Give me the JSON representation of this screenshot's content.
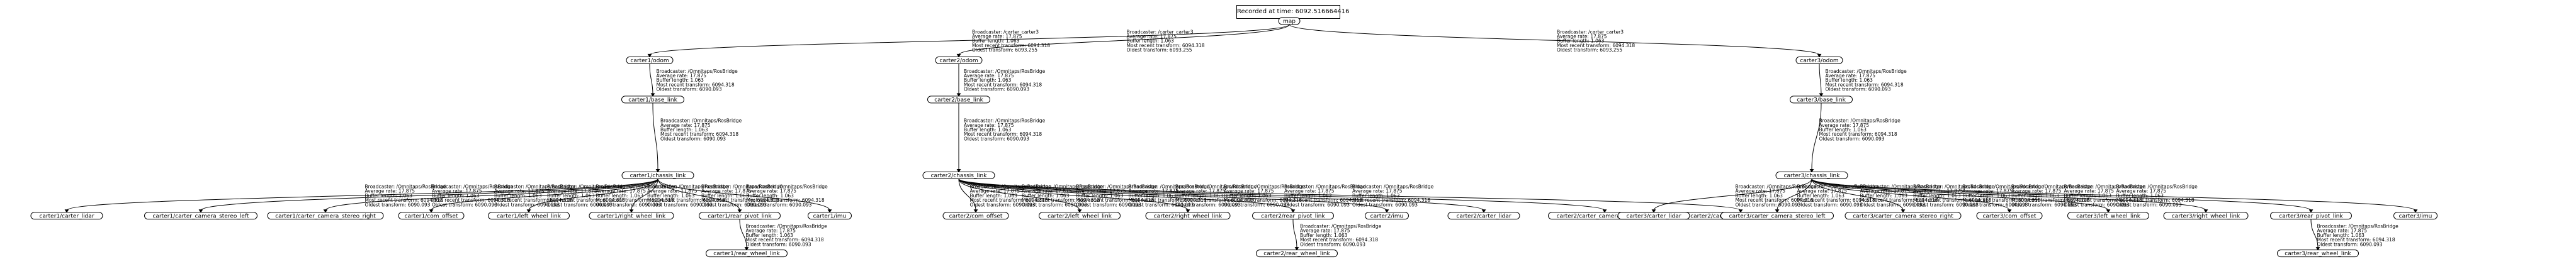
{
  "header": {
    "recorded": "Recorded at time: 6092.516664416"
  },
  "node_labels": [
    "map",
    "carter1/odom",
    "carter1/base_link",
    "carter1/chassis_link",
    "carter1/carter_lidar",
    "carter1/carter_camera_stereo_left",
    "carter1/carter_camera_stereo_right",
    "carter1/com_offset",
    "carter1/left_wheel_link",
    "carter1/right_wheel_link",
    "carter1/rear_pivot_link",
    "carter1/imu",
    "carter1/rear_wheel_link",
    "carter2/odom",
    "carter2/base_link",
    "carter2/chassis_link",
    "carter2/com_offset",
    "carter2/left_wheel_link",
    "carter2/right_wheel_link",
    "carter2/rear_pivot_link",
    "carter2/imu",
    "carter2/carter_lidar",
    "carter2/carter_camera_stereo_left",
    "carter2/carter_camera_stereo_right",
    "carter2/rear_wheel_link",
    "carter3/odom",
    "carter3/base_link",
    "carter3/chassis_link",
    "carter3/carter_lidar",
    "carter3/carter_camera_stereo_left",
    "carter3/carter_camera_stereo_right",
    "carter3/com_offset",
    "carter3/left_wheel_link",
    "carter3/right_wheel_link",
    "carter3/rear_pivot_link",
    "carter3/imu",
    "carter3/rear_wheel_link"
  ],
  "edges": [
    {
      "from": 0,
      "to": 1,
      "b": 0
    },
    {
      "from": 1,
      "to": 2,
      "b": 1
    },
    {
      "from": 2,
      "to": 3,
      "b": 1
    },
    {
      "from": 3,
      "to": 4,
      "b": 1
    },
    {
      "from": 3,
      "to": 5,
      "b": 1
    },
    {
      "from": 3,
      "to": 6,
      "b": 1
    },
    {
      "from": 3,
      "to": 7,
      "b": 1
    },
    {
      "from": 3,
      "to": 8,
      "b": 1
    },
    {
      "from": 3,
      "to": 9,
      "b": 1
    },
    {
      "from": 3,
      "to": 10,
      "b": 1
    },
    {
      "from": 3,
      "to": 11,
      "b": 1
    },
    {
      "from": 10,
      "to": 12,
      "b": 1
    },
    {
      "from": 0,
      "to": 13,
      "b": 0
    },
    {
      "from": 13,
      "to": 14,
      "b": 1
    },
    {
      "from": 14,
      "to": 15,
      "b": 1
    },
    {
      "from": 15,
      "to": 16,
      "b": 1
    },
    {
      "from": 15,
      "to": 17,
      "b": 1
    },
    {
      "from": 15,
      "to": 18,
      "b": 1
    },
    {
      "from": 15,
      "to": 19,
      "b": 1
    },
    {
      "from": 15,
      "to": 20,
      "b": 1
    },
    {
      "from": 15,
      "to": 21,
      "b": 1
    },
    {
      "from": 15,
      "to": 22,
      "b": 1
    },
    {
      "from": 15,
      "to": 23,
      "b": 1
    },
    {
      "from": 19,
      "to": 24,
      "b": 1
    },
    {
      "from": 0,
      "to": 25,
      "b": 0
    },
    {
      "from": 25,
      "to": 26,
      "b": 1
    },
    {
      "from": 26,
      "to": 27,
      "b": 1
    },
    {
      "from": 27,
      "to": 28,
      "b": 1
    },
    {
      "from": 27,
      "to": 29,
      "b": 1
    },
    {
      "from": 27,
      "to": 30,
      "b": 1
    },
    {
      "from": 27,
      "to": 31,
      "b": 1
    },
    {
      "from": 27,
      "to": 32,
      "b": 1
    },
    {
      "from": 27,
      "to": 33,
      "b": 1
    },
    {
      "from": 27,
      "to": 34,
      "b": 1
    },
    {
      "from": 27,
      "to": 35,
      "b": 1
    },
    {
      "from": 34,
      "to": 36,
      "b": 1
    }
  ],
  "edge_label_blocks": [
    [
      "Broadcaster: /carter_carter3",
      "Average rate: 17.875",
      "Buffer length: 1.063",
      "Most recent transform: 6094.318",
      "Oldest transform: 6093.255"
    ],
    [
      "Broadcaster: /Omnitaps/RosBridge",
      "Average rate: 17.875",
      "Buffer length: 1.063",
      "Most recent transform: 6094.318",
      "Oldest transform: 6090.093"
    ]
  ]
}
